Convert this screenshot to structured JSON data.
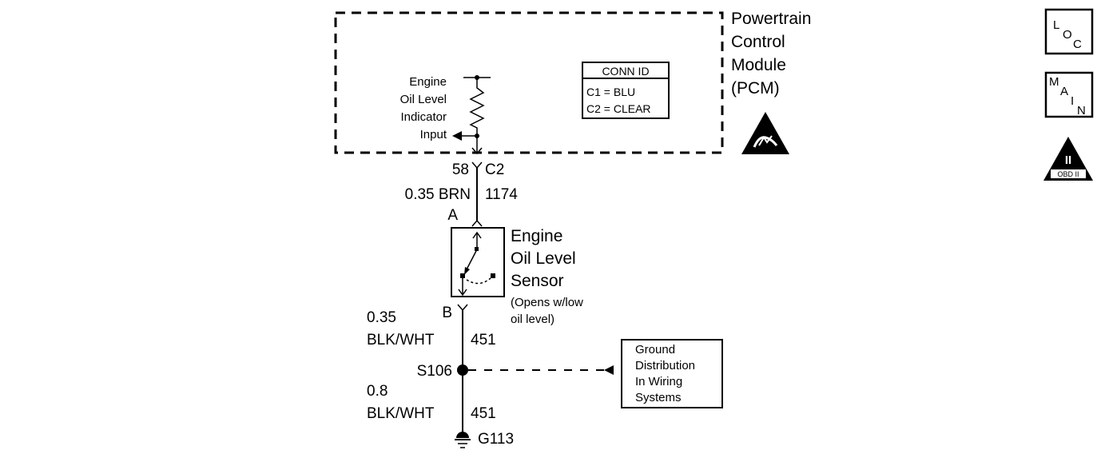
{
  "pcm": {
    "title_lines": [
      "Powertrain",
      "Control",
      "Module",
      "(PCM)"
    ],
    "input_label_lines": [
      "Engine",
      "Oil Level",
      "Indicator",
      "Input"
    ],
    "conn_id": {
      "header": "CONN ID",
      "rows": [
        "C1 = BLU",
        "C2 = CLEAR"
      ]
    },
    "pin": "58",
    "connector": "C2"
  },
  "wire_upper": {
    "gauge_color": "0.35 BRN",
    "circuit": "1174"
  },
  "sensor": {
    "pin_a": "A",
    "pin_b": "B",
    "name_lines": [
      "Engine",
      "Oil Level",
      "Sensor"
    ],
    "note_lines": [
      "(Opens w/low",
      "oil level)"
    ]
  },
  "wire_middle": {
    "gauge_lines": [
      "0.35",
      "BLK/WHT"
    ],
    "circuit": "451"
  },
  "splice": {
    "id": "S106"
  },
  "ground_ref": {
    "lines": [
      "Ground",
      "Distribution",
      "In Wiring",
      "Systems"
    ]
  },
  "wire_lower": {
    "gauge_lines": [
      "0.8",
      "BLK/WHT"
    ],
    "circuit": "451"
  },
  "ground": {
    "id": "G113"
  },
  "symbols": {
    "loc": {
      "letters": [
        "L",
        "O",
        "C"
      ]
    },
    "main": {
      "letters": [
        "M",
        "A",
        "I",
        "N"
      ]
    },
    "obd": {
      "numeral": "II",
      "caption": "OBD II"
    }
  }
}
